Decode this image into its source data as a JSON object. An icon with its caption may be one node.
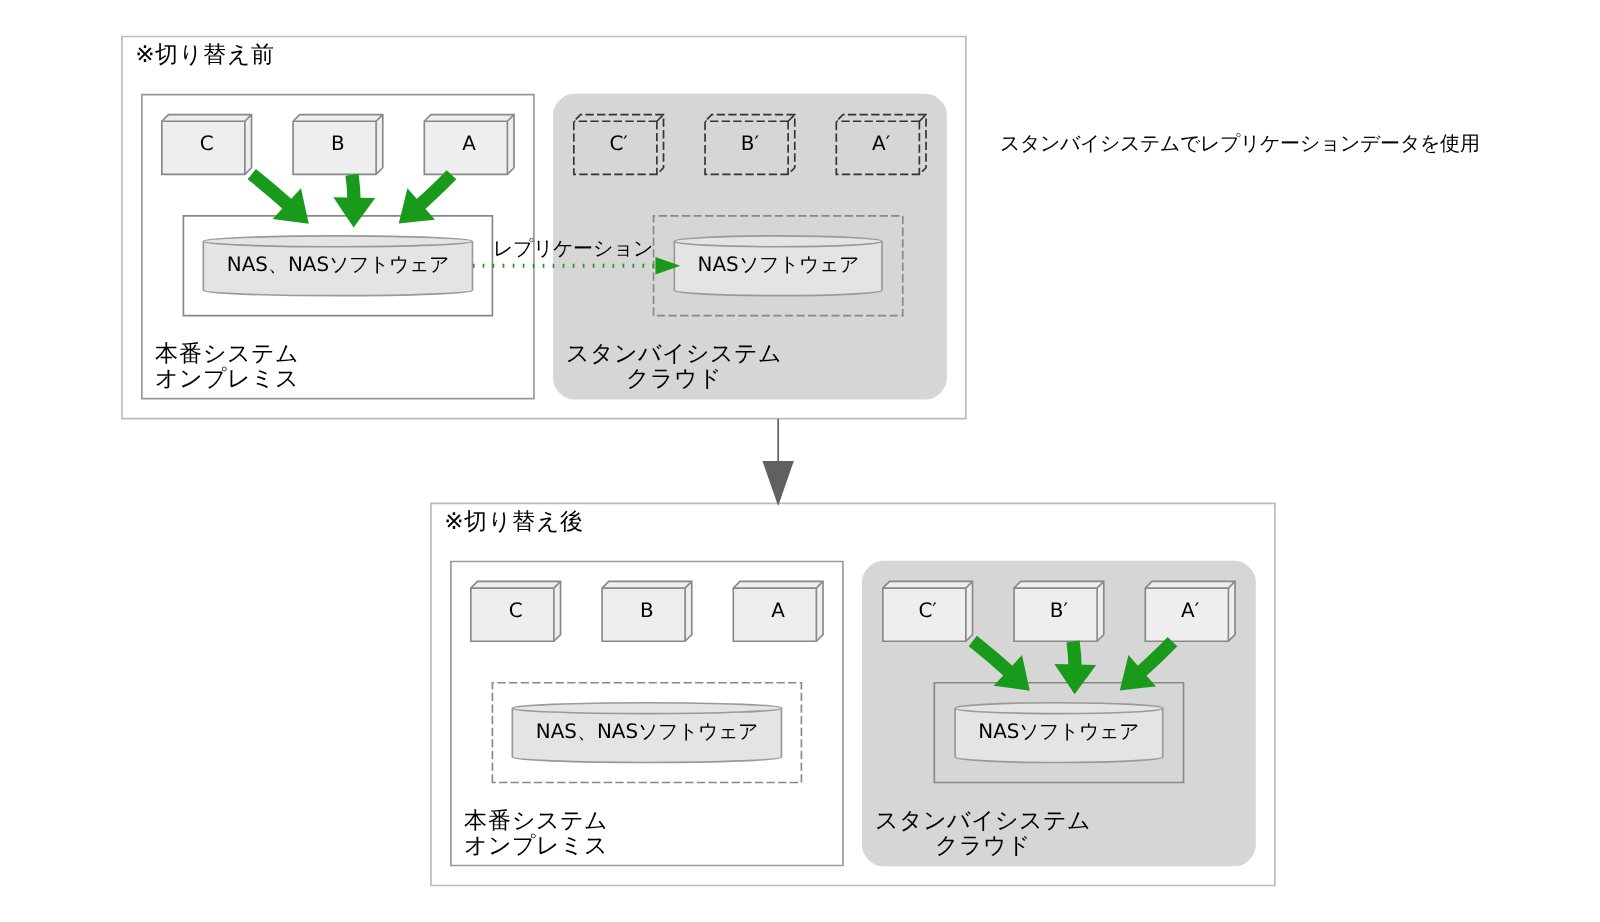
{
  "diagram": {
    "nodes": [
      {
        "text": [
          "※切り替え前"
        ]
      },
      {
        "text": [
          "本番システム",
          "オンプレミス"
        ],
        "in": 0
      },
      {
        "text": [
          "A"
        ],
        "in": 1
      },
      {
        "text": [
          "B"
        ],
        "in": 1
      },
      {
        "text": [
          "C"
        ],
        "in": 1
      },
      {
        "text": [],
        "shape": "box",
        "in": 1
      },
      {
        "text": [
          "NAS、NASソフトウェア"
        ],
        "in": 5
      },
      {
        "text": [
          "スタンバイシステム",
          "クラウド"
        ],
        "in": 0
      },
      {
        "text": [
          "A′"
        ],
        "in": 7
      },
      {
        "text": [
          "B′"
        ],
        "in": 7
      },
      {
        "text": [
          "C′"
        ],
        "in": 7
      },
      {
        "text": [],
        "shape": "box",
        "in": 7
      },
      {
        "text": [
          "NASソフトウェア"
        ],
        "in": 11
      },
      {
        "text": [
          "※切り替え後"
        ]
      },
      {
        "text": [
          "本番システム",
          "オンプレミス"
        ],
        "in": 13
      },
      {
        "text": [
          "A"
        ],
        "in": 14
      },
      {
        "text": [
          "B"
        ],
        "in": 14
      },
      {
        "text": [
          "C"
        ],
        "in": 14
      },
      {
        "text": [],
        "shape": "box",
        "in": 14
      },
      {
        "text": [
          "NAS、NASソフトウェア"
        ],
        "in": 18
      },
      {
        "text": [
          "スタンバイシステム",
          "クラウド"
        ],
        "in": 13
      },
      {
        "text": [
          "A′"
        ],
        "in": 20
      },
      {
        "text": [
          "B′"
        ],
        "in": 20
      },
      {
        "text": [
          "C′"
        ],
        "in": 20
      },
      {
        "text": [],
        "shape": "box",
        "in": 20
      },
      {
        "text": [
          "NASソフトウェア"
        ],
        "in": 24
      }
    ],
    "edges": [
      {
        "from": 2,
        "to": 5,
        "arrow": "to"
      },
      {
        "from": 3,
        "to": 5,
        "arrow": "to"
      },
      {
        "from": 4,
        "to": 5,
        "arrow": "to"
      },
      {
        "from": 6,
        "to": 12,
        "arrow": "to",
        "style": "dashed",
        "label": "レプリケーション"
      },
      {
        "from": 0,
        "to": 13,
        "arrow": "to",
        "color": "#606060"
      },
      {
        "from": 21,
        "to": 24,
        "arrow": "to"
      },
      {
        "from": 22,
        "to": 24,
        "arrow": "to"
      },
      {
        "from": 23,
        "to": 24,
        "arrow": "to"
      }
    ],
    "labels": [
      "スタンバイシステムでレプリケーションデータを使用"
    ]
  }
}
